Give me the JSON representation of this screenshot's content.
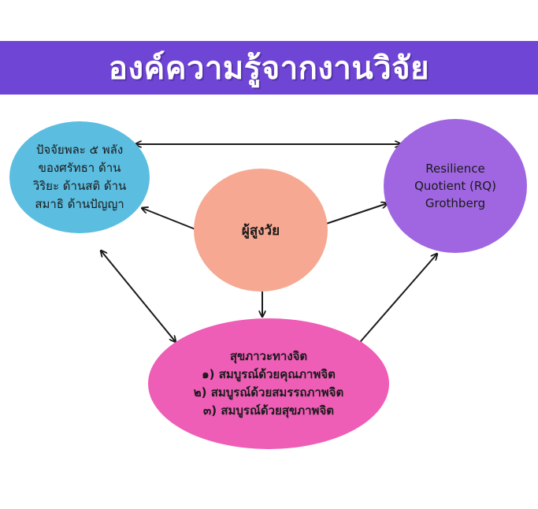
{
  "title": "องค์ความรู้จากงานวิจัย",
  "colors": {
    "banner": "#6f45d6",
    "left_node": "#5bbde0",
    "right_node": "#a066e2",
    "center_node": "#f6a892",
    "bottom_node": "#ee5db6",
    "arrow": "#1a1a1a"
  },
  "nodes": {
    "left": {
      "lines": [
        "ปัจจัยพละ ๕ พลัง",
        "ของศรัทธา ด้าน",
        "วิริยะ ด้านสติ ด้าน",
        "สมาธิ ด้านปัญญา"
      ]
    },
    "right": {
      "lines": [
        "Resilience",
        "Quotient (RQ)",
        "Grothberg"
      ]
    },
    "center": {
      "label": "ผู้สูงวัย"
    },
    "bottom": {
      "lines": [
        "สุขภาวะทางจิต",
        "๑) สมบูรณ์ด้วยคุณภาพจิต",
        "๒) สมบูรณ์ด้วยสมรรถภาพจิต",
        "๓) สมบูรณ์ด้วยสุขภาพจิต"
      ]
    }
  }
}
